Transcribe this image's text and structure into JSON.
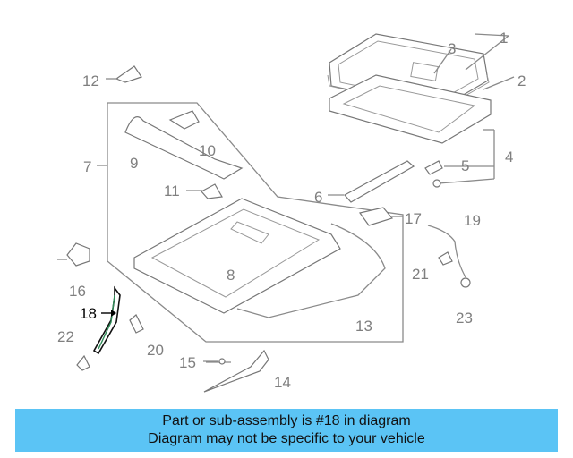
{
  "parts": [
    {
      "number": "1"
    },
    {
      "number": "2"
    },
    {
      "number": "3"
    },
    {
      "number": "4"
    },
    {
      "number": "5"
    },
    {
      "number": "6"
    },
    {
      "number": "7"
    },
    {
      "number": "8"
    },
    {
      "number": "9"
    },
    {
      "number": "10"
    },
    {
      "number": "11"
    },
    {
      "number": "12"
    },
    {
      "number": "13"
    },
    {
      "number": "14"
    },
    {
      "number": "15"
    },
    {
      "number": "16"
    },
    {
      "number": "17"
    },
    {
      "number": "18"
    },
    {
      "number": "19"
    },
    {
      "number": "20"
    },
    {
      "number": "21"
    },
    {
      "number": "22"
    },
    {
      "number": "23"
    }
  ],
  "highlighted_part": "18",
  "highlight_color": "#5bc4f5",
  "banner": {
    "line1": "Part or sub-assembly is #18 in diagram",
    "line2": "Diagram may not be specific to your vehicle"
  }
}
